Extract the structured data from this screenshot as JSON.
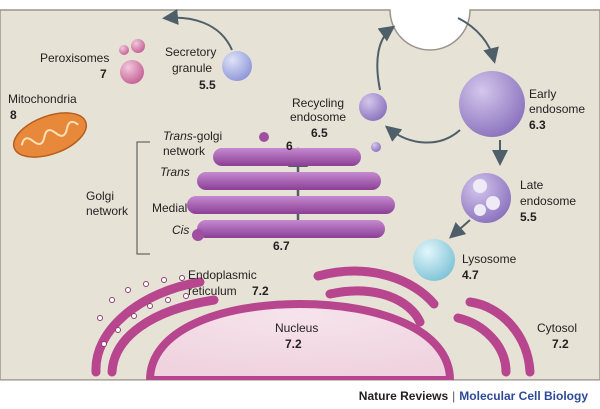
{
  "labels": {
    "peroxisomes": "Peroxisomes",
    "peroxisomes_ph": "7",
    "secretory_1": "Secretory",
    "secretory_2": "granule",
    "secretory_ph": "5.5",
    "mitochondria": "Mitochondria",
    "mitochondria_ph": "8",
    "recycling_1": "Recycling",
    "recycling_2": "endosome",
    "recycling_ph": "6.5",
    "early_1": "Early",
    "early_2": "endosome",
    "early_ph": "6.3",
    "trans_golgi_italic": "Trans",
    "trans_golgi_rest": "-golgi",
    "trans_golgi_2": "network",
    "trans_golgi_ph": "6",
    "trans": "Trans",
    "medial": "Medial",
    "cis": "Cis",
    "cis_ph": "6.7",
    "golgi_1": "Golgi",
    "golgi_2": "network",
    "late_1": "Late",
    "late_2": "endosome",
    "late_ph": "5.5",
    "lysosome": "Lysosome",
    "lysosome_ph": "4.7",
    "er_1": "Endoplasmic",
    "er_2": "reticulum",
    "er_ph": "7.2",
    "nucleus": "Nucleus",
    "nucleus_ph": "7.2",
    "cytosol": "Cytosol",
    "cytosol_ph": "7.2"
  },
  "footer": {
    "journal": "Nature Reviews",
    "separator": "|",
    "section": "Molecular Cell Biology"
  },
  "colors": {
    "cytoplasm": "#e7e2d6",
    "membrane": "#9c948c",
    "golgi": "#a04fa0",
    "er": "#b8468e",
    "endosome": "#9d86c8",
    "lysosome": "#8fd0e0",
    "mitochondria": "#e8883a",
    "peroxisome": "#d37aa8",
    "arrow": "#4f5f6a"
  }
}
